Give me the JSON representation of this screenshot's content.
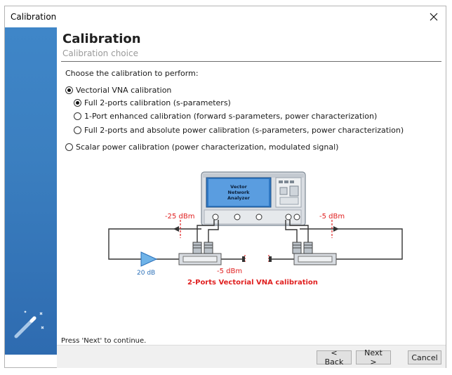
{
  "window": {
    "title": "Calibration"
  },
  "header": {
    "title": "Calibration",
    "subtitle": "Calibration choice"
  },
  "prompt": "Choose the calibration to perform:",
  "options": {
    "vna": "Vectorial VNA calibration",
    "full2": "Full 2-ports calibration (s-parameters)",
    "port1": "1-Port enhanced calibration (forward s-parameters, power characterization)",
    "full2abs": "Full 2-ports and absolute power calibration (s-parameters, power characterization)",
    "scalar": "Scalar power calibration (power characterization, modulated signal)"
  },
  "diagram": {
    "device_line1": "Vector",
    "device_line2": "Network",
    "device_line3": "Analyzer",
    "left_power": "-25 dBm",
    "right_power": "-5 dBm",
    "bottom_power": "-5 dBm",
    "amp_gain": "20 dB",
    "caption": "2-Ports Vectorial VNA calibration"
  },
  "footer": {
    "hint": "Press 'Next' to continue."
  },
  "buttons": {
    "back": "< Back",
    "next": "Next >",
    "cancel": "Cancel"
  },
  "colors": {
    "sidebar": "#3b7fc0",
    "accent_red": "#e02020",
    "diagram_blue": "#2a6fb8"
  }
}
